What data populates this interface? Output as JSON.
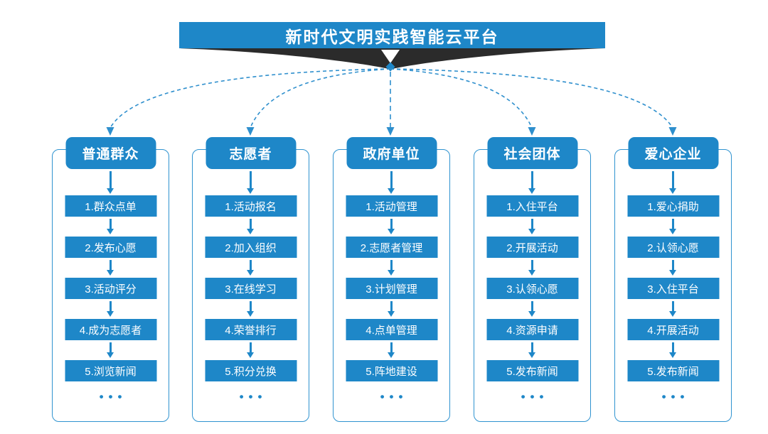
{
  "banner": {
    "title": "新时代文明实践智能云平台"
  },
  "colors": {
    "primary_blue": "#1e87c8",
    "outline_blue": "#2f93d0",
    "dashed_line_blue": "#2e8fcd",
    "dark_band": "#2b2b2b",
    "text_on_blue": "#ffffff"
  },
  "columns": [
    {
      "title": "普通群众",
      "items": [
        "1.群众点单",
        "2.发布心愿",
        "3.活动评分",
        "4.成为志愿者",
        "5.浏览新闻"
      ],
      "more": "•••"
    },
    {
      "title": "志愿者",
      "items": [
        "1.活动报名",
        "2.加入组织",
        "3.在线学习",
        "4.荣誉排行",
        "5.积分兑换"
      ],
      "more": "•••"
    },
    {
      "title": "政府单位",
      "items": [
        "1.活动管理",
        "2.志愿者管理",
        "3.计划管理",
        "4.点单管理",
        "5.阵地建设"
      ],
      "more": "•••"
    },
    {
      "title": "社会团体",
      "items": [
        "1.入住平台",
        "2.开展活动",
        "3.认领心愿",
        "4.资源申请",
        "5.发布新闻"
      ],
      "more": "•••"
    },
    {
      "title": "爱心企业",
      "items": [
        "1.爱心捐助",
        "2.认领心愿",
        "3.入住平台",
        "4.开展活动",
        "5.发布新闻"
      ],
      "more": "•••"
    }
  ]
}
